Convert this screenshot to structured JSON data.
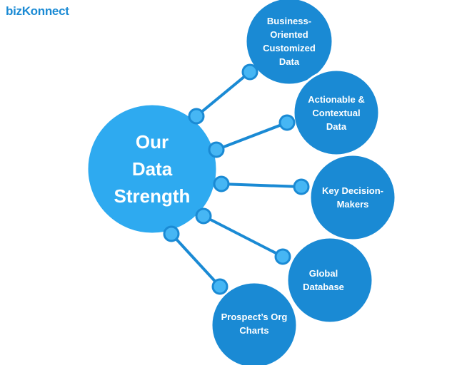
{
  "brand": {
    "logo_text": "bizKonnect"
  },
  "diagram": {
    "hub": {
      "label": "Our\nData\nStrength"
    },
    "nodes": [
      {
        "label": "Business-\nOriented\nCustomized\nData"
      },
      {
        "label": "Actionable &\nContextual\nData"
      },
      {
        "label": "Key Decision-\nMakers"
      },
      {
        "label": "Global\nDatabase"
      },
      {
        "label": "Prospect’s Org\nCharts"
      }
    ]
  },
  "colors": {
    "hub_fill": "#2eaaf0",
    "node_fill": "#1a8ad4",
    "connector": "#1a8ad4",
    "dot_fill": "#46b6f4",
    "circle_border": "#ffffff"
  }
}
